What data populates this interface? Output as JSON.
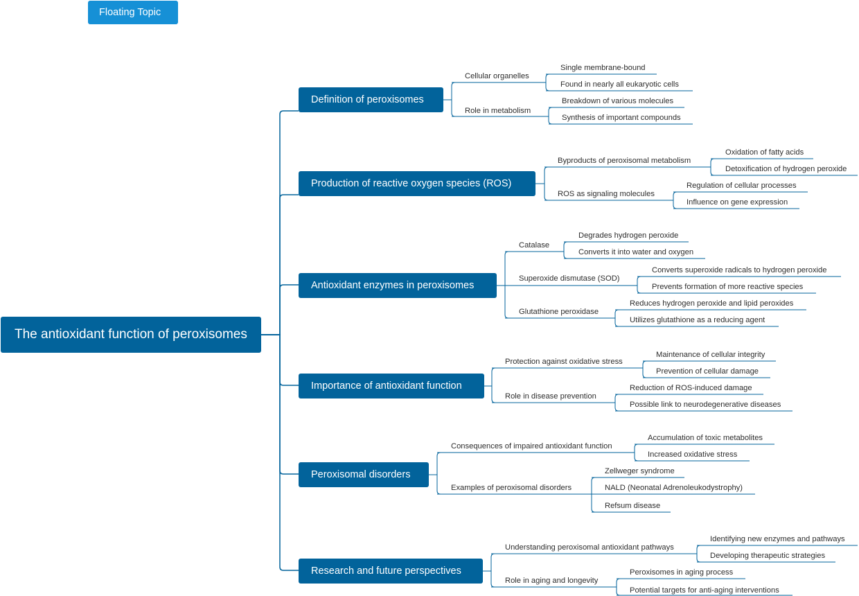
{
  "floating_topic": "Floating Topic",
  "central_topic": "The antioxidant function of peroxisomes",
  "colors": {
    "topic_fill": "#02639b",
    "floating_fill": "#1690d6",
    "line": "#02639b"
  },
  "branches": [
    {
      "label": "Definition of peroxisomes",
      "children": [
        {
          "label": "Cellular organelles",
          "children": [
            {
              "label": "Single membrane-bound"
            },
            {
              "label": "Found in nearly all eukaryotic cells"
            }
          ]
        },
        {
          "label": "Role in metabolism",
          "children": [
            {
              "label": "Breakdown of various molecules"
            },
            {
              "label": "Synthesis of important compounds"
            }
          ]
        }
      ]
    },
    {
      "label": "Production of reactive oxygen species (ROS)",
      "children": [
        {
          "label": "Byproducts of peroxisomal metabolism",
          "children": [
            {
              "label": "Oxidation of fatty acids"
            },
            {
              "label": "Detoxification of hydrogen peroxide"
            }
          ]
        },
        {
          "label": "ROS as signaling molecules",
          "children": [
            {
              "label": "Regulation of cellular processes"
            },
            {
              "label": "Influence on gene expression"
            }
          ]
        }
      ]
    },
    {
      "label": "Antioxidant enzymes in peroxisomes",
      "children": [
        {
          "label": "Catalase",
          "children": [
            {
              "label": "Degrades hydrogen peroxide"
            },
            {
              "label": "Converts it into water and oxygen"
            }
          ]
        },
        {
          "label": "Superoxide dismutase (SOD)",
          "children": [
            {
              "label": "Converts superoxide radicals to hydrogen peroxide"
            },
            {
              "label": "Prevents formation of more reactive species"
            }
          ]
        },
        {
          "label": "Glutathione peroxidase",
          "children": [
            {
              "label": "Reduces hydrogen peroxide and lipid peroxides"
            },
            {
              "label": "Utilizes glutathione as a reducing agent"
            }
          ]
        }
      ]
    },
    {
      "label": "Importance of antioxidant function",
      "children": [
        {
          "label": "Protection against oxidative stress",
          "children": [
            {
              "label": "Maintenance of cellular integrity"
            },
            {
              "label": "Prevention of cellular damage"
            }
          ]
        },
        {
          "label": "Role in disease prevention",
          "children": [
            {
              "label": "Reduction of ROS-induced damage"
            },
            {
              "label": "Possible link to neurodegenerative diseases"
            }
          ]
        }
      ]
    },
    {
      "label": "Peroxisomal disorders",
      "children": [
        {
          "label": "Consequences of impaired antioxidant function",
          "children": [
            {
              "label": "Accumulation of toxic metabolites"
            },
            {
              "label": "Increased oxidative stress"
            }
          ]
        },
        {
          "label": "Examples of peroxisomal disorders",
          "children": [
            {
              "label": "Zellweger syndrome"
            },
            {
              "label": "NALD (Neonatal Adrenoleukodystrophy)"
            },
            {
              "label": "Refsum disease"
            }
          ]
        }
      ]
    },
    {
      "label": "Research and future perspectives",
      "children": [
        {
          "label": "Understanding peroxisomal antioxidant pathways",
          "children": [
            {
              "label": "Identifying new enzymes and pathways"
            },
            {
              "label": "Developing therapeutic strategies"
            }
          ]
        },
        {
          "label": "Role in aging and longevity",
          "children": [
            {
              "label": "Peroxisomes in aging process"
            },
            {
              "label": "Potential targets for anti-aging interventions"
            }
          ]
        }
      ]
    }
  ]
}
